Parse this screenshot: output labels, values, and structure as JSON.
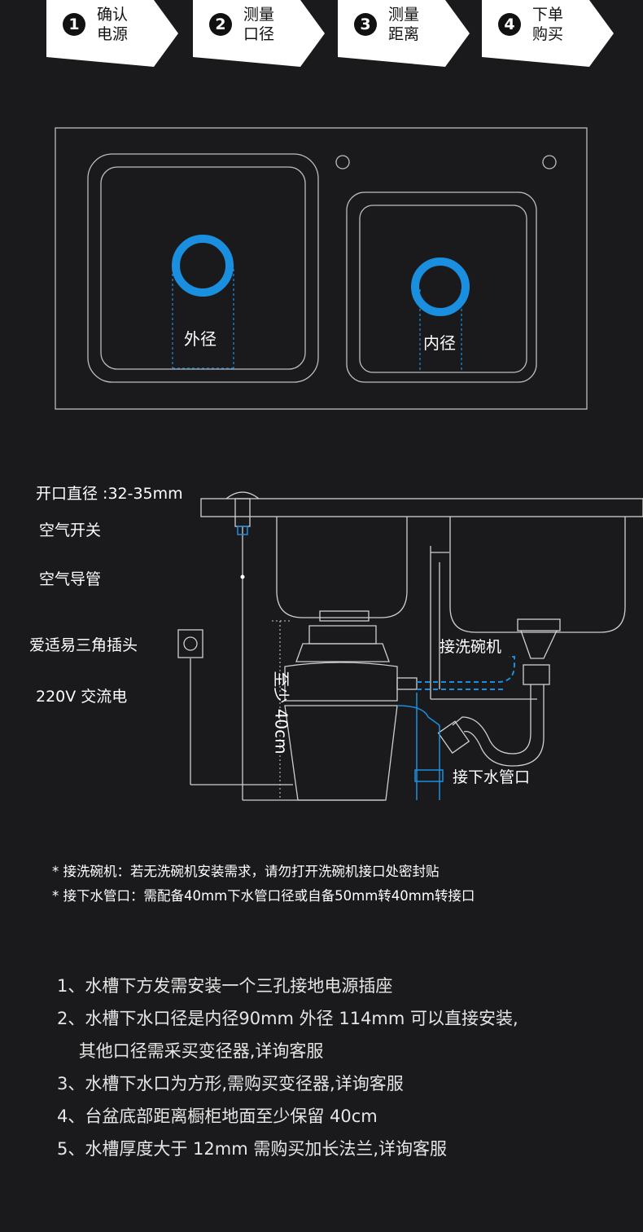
{
  "steps": [
    {
      "num": "1",
      "text": "确认\n电源"
    },
    {
      "num": "2",
      "text": "测量\n口径"
    },
    {
      "num": "3",
      "text": "测量\n距离"
    },
    {
      "num": "4",
      "text": "下单\n购买"
    }
  ],
  "sink_top": {
    "outer_label": "外径",
    "inner_label": "内径"
  },
  "install": {
    "opening_diameter": "开口直径 :32-35mm",
    "air_switch": "空气开关",
    "air_tube": "空气导管",
    "socket": "爱适易三角插头",
    "power": "220V 交流电",
    "min_height": "至少 40cm",
    "dishwasher": "接洗碗机",
    "drain": "接下水管口"
  },
  "notes": [
    "* 接洗碗机：若无洗碗机安装需求，请勿打开洗碗机接口处密封贴",
    "* 接下水管口：需配备40mm下水管口径或自备50mm转40mm转接口"
  ],
  "requirements": [
    "1、水槽下方发需安装一个三孔接地电源插座",
    "2、水槽下水口径是内径90mm 外径 114mm 可以直接安装,",
    "    其他口径需采买变径器,详询客服",
    "3、水槽下水口为方形,需购买变径器,详询客服",
    "4、台盆底部距离橱柜地面至少保留 40cm",
    "5、水槽厚度大于 12mm 需购买加长法兰,详询客服"
  ],
  "colors": {
    "accent": "#1a8fe0",
    "background": "#1a1a1c",
    "line": "#cfcfcf"
  }
}
